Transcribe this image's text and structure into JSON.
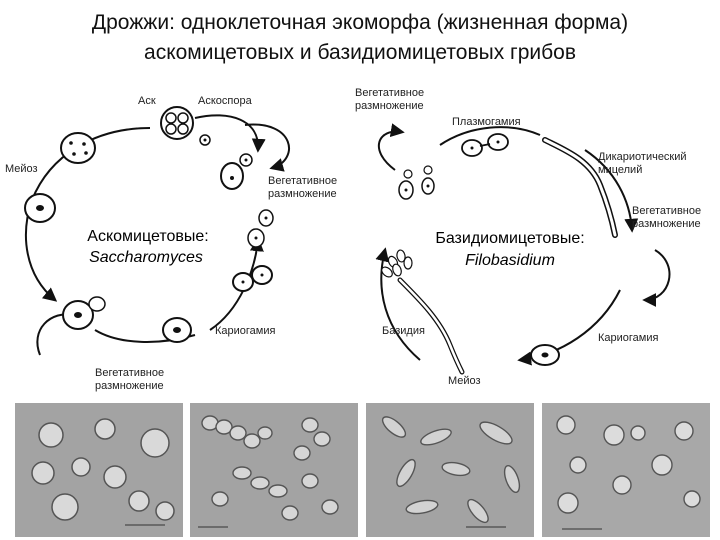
{
  "title": {
    "line1": "Дрожжи: одноклеточная экоморфа (жизненная форма)",
    "line2": "аскомицетовых и базидиомицетовых грибов"
  },
  "ascomycete_cycle": {
    "center_label": "Аскомицетовые:",
    "center_organism": "Saccharomyces",
    "labels": {
      "ask": "Аск",
      "ascospore": "Аскоспора",
      "meiosis": "Мейоз",
      "veg1_line1": "Вегетативное",
      "veg1_line2": "размножение",
      "karyogamy": "Кариогамия",
      "veg2_line1": "Вегетативное",
      "veg2_line2": "размножение"
    }
  },
  "basidiomycete_cycle": {
    "center_label": "Базидиомицетовые:",
    "center_organism": "Filobasidium",
    "labels": {
      "veg_top_line1": "Вегетативное",
      "veg_top_line2": "размножение",
      "plasmogamy": "Плазмогамия",
      "dikaryotic_line1": "Дикариотический",
      "dikaryotic_line2": "мицелий",
      "veg_right_line1": "Вегетативное",
      "veg_right_line2": "размножение",
      "karyogamy": "Кариогамия",
      "basidium": "Базидия",
      "meiosis": "Мейоз"
    }
  },
  "photos": [
    "photo-budding-yeast",
    "photo-cell-chains",
    "photo-elongated-cells",
    "photo-round-cells"
  ]
}
